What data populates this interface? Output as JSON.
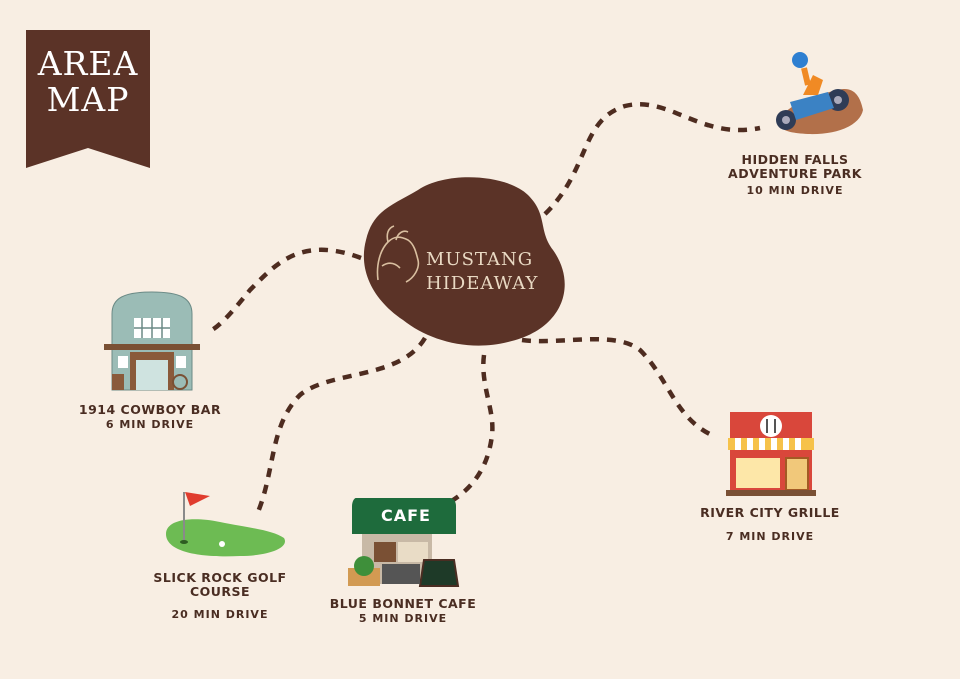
{
  "banner": {
    "title": "AREA\nMAP",
    "color": "#5b3327"
  },
  "center": {
    "name": "MUSTANG\nHIDEAWAY",
    "color": "#5b3327"
  },
  "path_color": "#4e2c20",
  "locations": [
    {
      "name": "HIDDEN FALLS\nADVENTURE PARK",
      "drive": "10 MIN DRIVE",
      "icon": "atv-rider-icon"
    },
    {
      "name": "1914 COWBOY BAR",
      "drive": "6 MIN DRIVE",
      "icon": "saloon-building-icon"
    },
    {
      "name": "RIVER CITY GRILLE",
      "drive": "7 MIN DRIVE",
      "icon": "restaurant-storefront-icon"
    },
    {
      "name": "SLICK ROCK GOLF\nCOURSE",
      "drive": "20 MIN DRIVE",
      "icon": "golf-green-flag-icon"
    },
    {
      "name": "BLUE BONNET CAFE",
      "drive": "5 MIN DRIVE",
      "icon": "cafe-storefront-icon",
      "sign": "CAFE"
    }
  ]
}
